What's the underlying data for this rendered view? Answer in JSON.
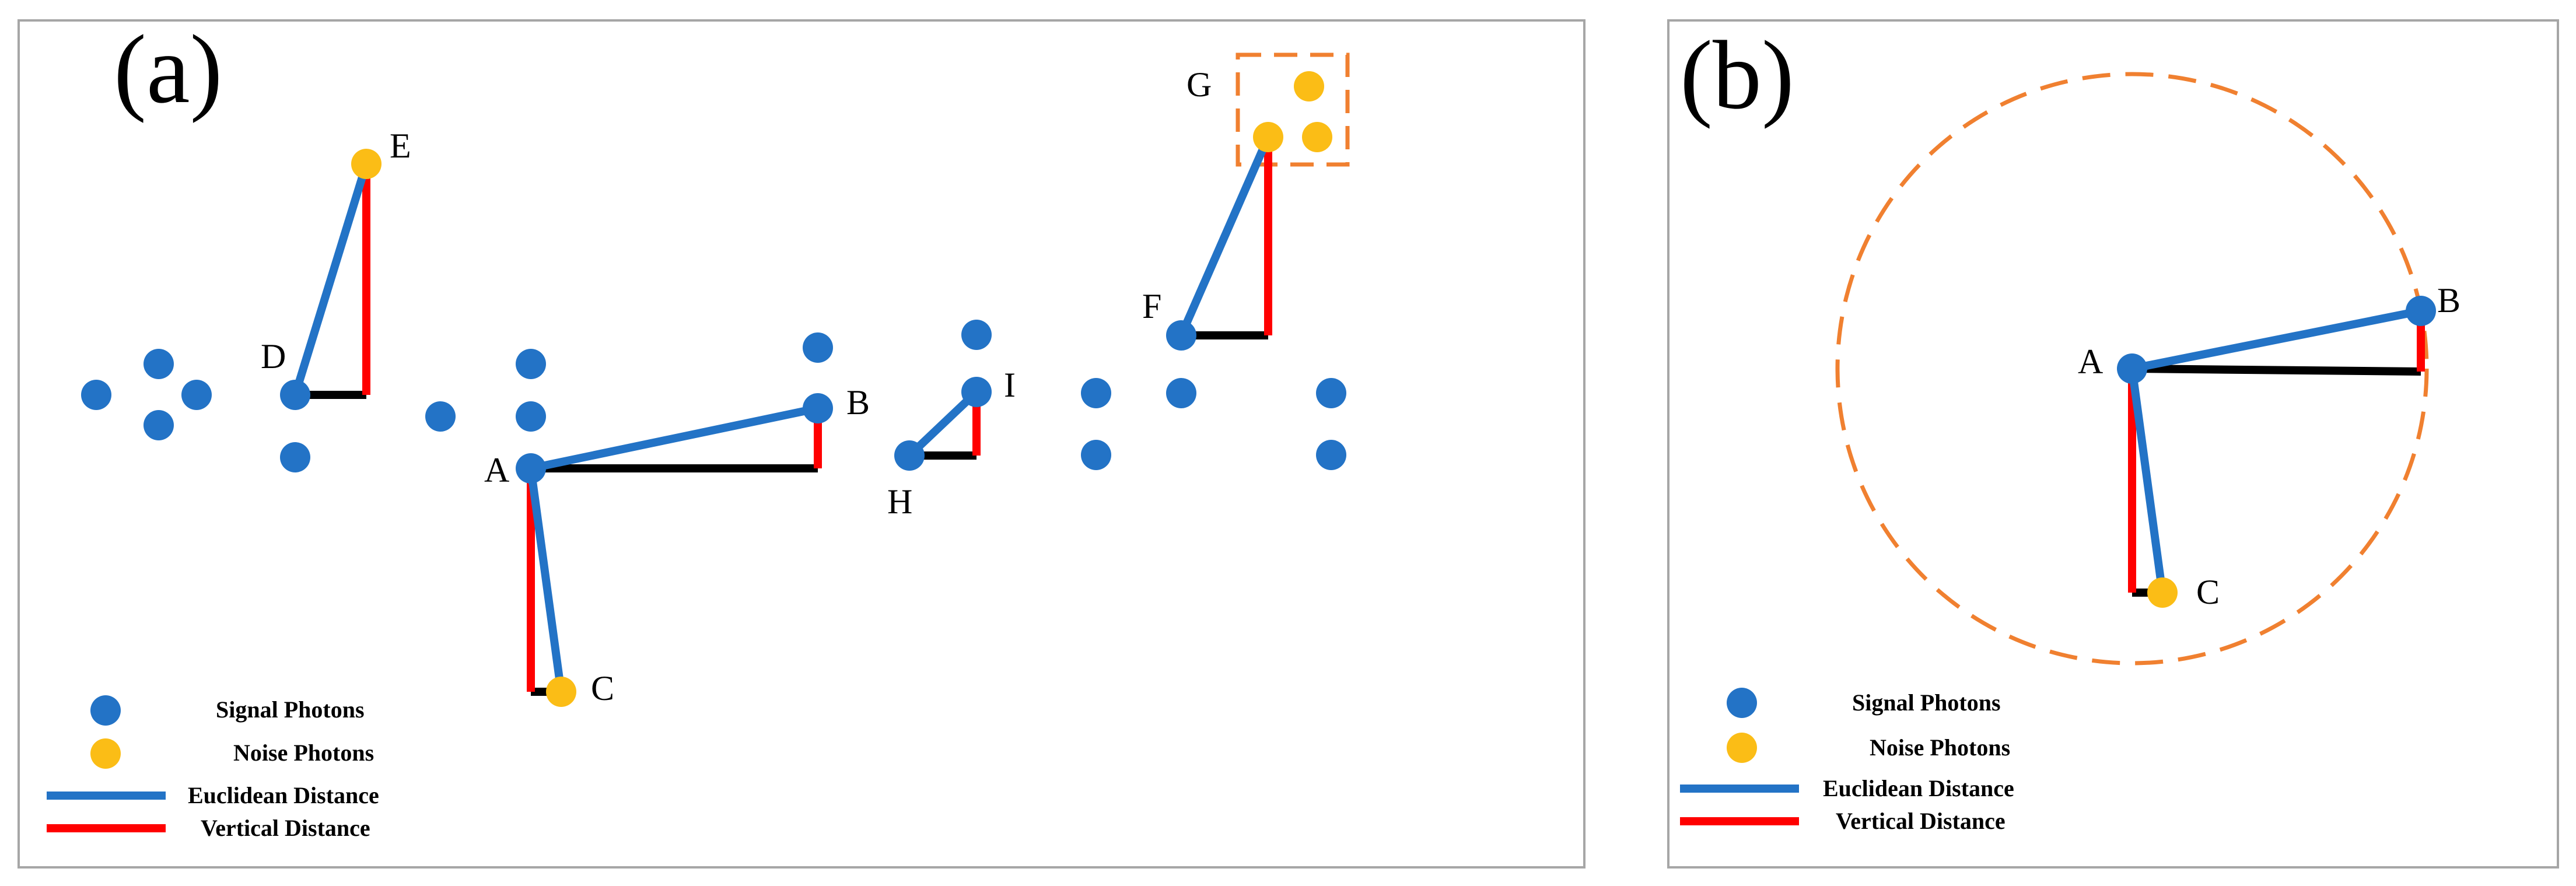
{
  "colors": {
    "signal": "#2373C6",
    "noise": "#FBBD16",
    "euclidean": "#2373C6",
    "vertical": "#FF0000",
    "horizontal": "#000000",
    "highlight": "#F08030",
    "frame": "#A6A6A6"
  },
  "panel_a": {
    "label": "(a)",
    "point_labels": {
      "E": "E",
      "D": "D",
      "A": "A",
      "B": "B",
      "C": "C",
      "H": "H",
      "I": "I",
      "F": "F",
      "G": "G"
    },
    "legend": {
      "signal": "Signal Photons",
      "noise": "Noise Photons",
      "euclidean": "Euclidean Distance",
      "vertical": "Vertical Distance"
    }
  },
  "panel_b": {
    "label": "(b)",
    "point_labels": {
      "A": "A",
      "B": "B",
      "C": "C"
    },
    "legend": {
      "signal": "Signal Photons",
      "noise": "Noise Photons",
      "euclidean": "Euclidean Distance",
      "vertical": "Vertical Distance"
    }
  }
}
